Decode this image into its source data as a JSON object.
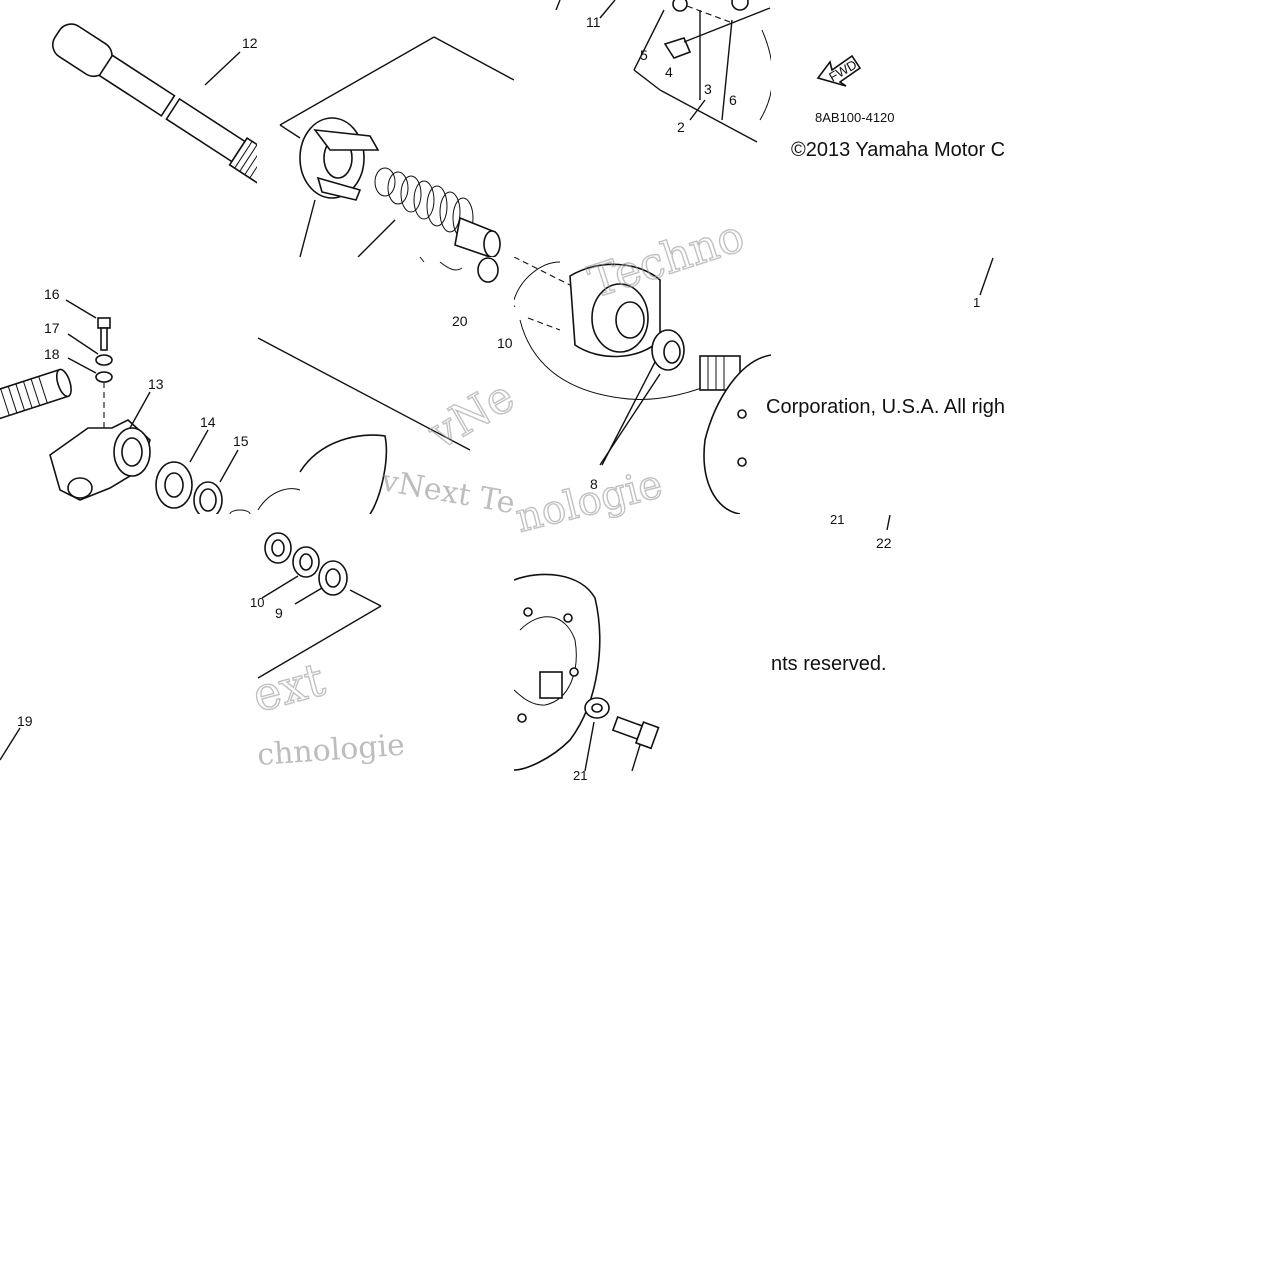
{
  "diagram": {
    "callouts": {
      "c1": "1",
      "c2": "2",
      "c3": "3",
      "c4": "4",
      "c5": "5",
      "c6": "6",
      "c8": "8",
      "c9": "9",
      "c10a": "10",
      "c10b": "10",
      "c11": "11",
      "c12": "12",
      "c13": "13",
      "c14": "14",
      "c15": "15",
      "c16": "16",
      "c17": "17",
      "c18": "18",
      "c19": "19",
      "c20": "20",
      "c21a": "21",
      "c21b": "21",
      "c22a": "22",
      "c22b": ""
    },
    "part_code": "8AB100-4120",
    "fwd_label": "FWD",
    "copyright_1": "©2013 Yamaha Motor C",
    "copyright_2": "Corporation, U.S.A. All righ",
    "copyright_3": "nts reserved.",
    "watermark_1": "vNext Te",
    "watermark_2": "nologie",
    "watermark_3": "Techno",
    "watermark_4": "ext",
    "watermark_5": "chnologie",
    "watermark_6": "vNe"
  }
}
